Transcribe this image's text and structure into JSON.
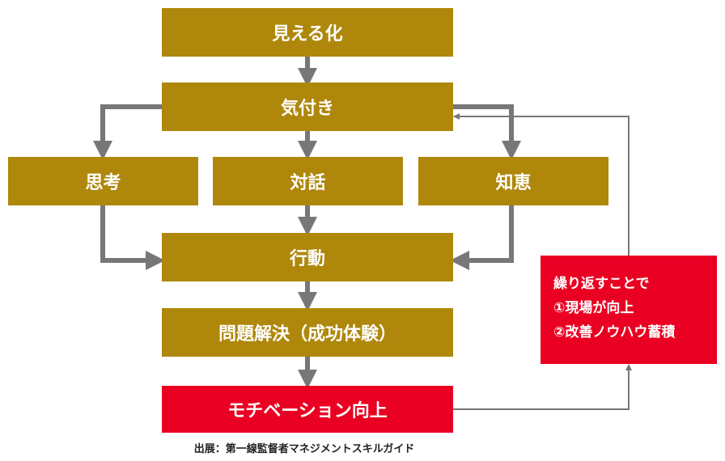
{
  "nodes": {
    "mieruka": "見える化",
    "kizuki": "気付き",
    "shikou": "思考",
    "taiwa": "対話",
    "chie": "知恵",
    "koudou": "行動",
    "mondai": "問題解決（成功体験）",
    "motivation": "モチベーション向上"
  },
  "note": {
    "line1": "繰り返すことで",
    "line2": "①現場が向上",
    "line3": "②改善ノウハウ蓄積"
  },
  "source": "出展：第一線監督者マネジメントスキルガイド",
  "colors": {
    "gold": "#af870b",
    "red": "#ea0022",
    "arrow": "#777777"
  }
}
